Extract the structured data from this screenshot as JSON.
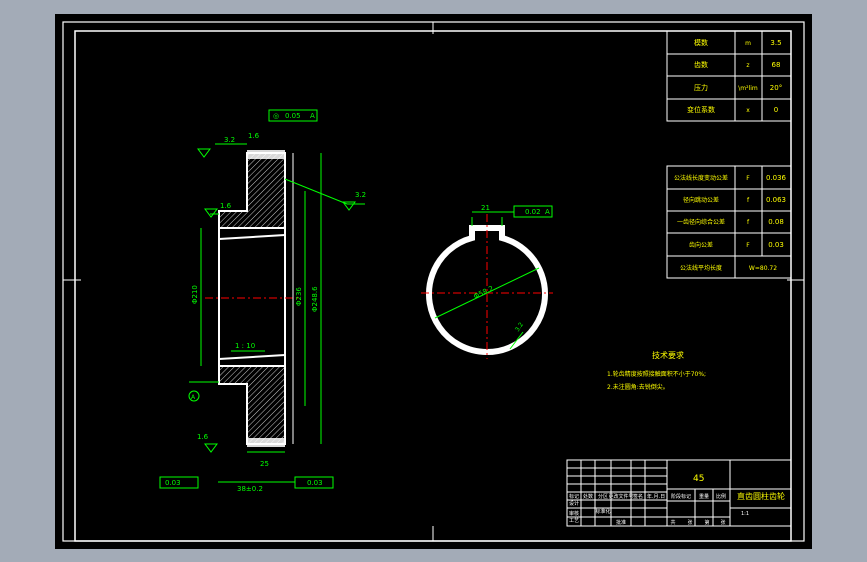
{
  "gear_params": [
    {
      "name": "模数",
      "symbol": "m",
      "value": "3.5"
    },
    {
      "name": "齿数",
      "symbol": "z",
      "value": "68"
    },
    {
      "name": "压力",
      "symbol": "\\m²lim",
      "value": "20°"
    },
    {
      "name": "变位系数",
      "symbol": "x",
      "value": "0"
    }
  ],
  "tolerances": [
    {
      "name": "公法线长度变动公差",
      "symbol": "F",
      "value": "0.036"
    },
    {
      "name": "径向跳动公差",
      "symbol": "f",
      "value": "0.063"
    },
    {
      "name": "一齿径向综合公差",
      "symbol": "f",
      "value": "0.08"
    },
    {
      "name": "齿向公差",
      "symbol": "F",
      "value": "0.03"
    },
    {
      "name": "公法线平均长度",
      "symbol": "",
      "value": "W=80.72"
    }
  ],
  "tech_req": {
    "title": "技术要求",
    "lines": [
      "1.轮齿精度按照接触面积不小于70%;",
      "2.未注圆角:去锐倒尖。"
    ]
  },
  "title_block": {
    "material": "45",
    "part_name": "直齿圆柱齿轮",
    "headers": [
      "标记",
      "处数",
      "分区",
      "更改文件号",
      "签名",
      "年.月.日"
    ],
    "row_labels": [
      "设计",
      "标准化",
      "审核",
      "工艺",
      "批准"
    ],
    "cells": [
      "阶段标记",
      "重量",
      "比例",
      "1:1",
      "共",
      "张",
      "第",
      "张"
    ]
  },
  "drawing_labels": {
    "position_tol": "0.05",
    "roughness_top": "3.2",
    "roughness_top_right": "1.6",
    "roughness_left": "1.6",
    "roughness_right": "3.2",
    "roughness_bottom_left": "1.6",
    "datum": "A",
    "taper": "1 : 10",
    "dim_bore": "Φ210",
    "dim_root": "Φ236",
    "dim_tip": "Φ248.6",
    "dim_hub": "25",
    "dim_width": "38±0.2",
    "bottom_tol_left": "0.03",
    "bottom_tol_right": "0.03",
    "key_width": "21",
    "key_tol": "0.02",
    "key_datum": "A",
    "circle_dia": "Φ58.2",
    "circle_rough": "3.2"
  }
}
